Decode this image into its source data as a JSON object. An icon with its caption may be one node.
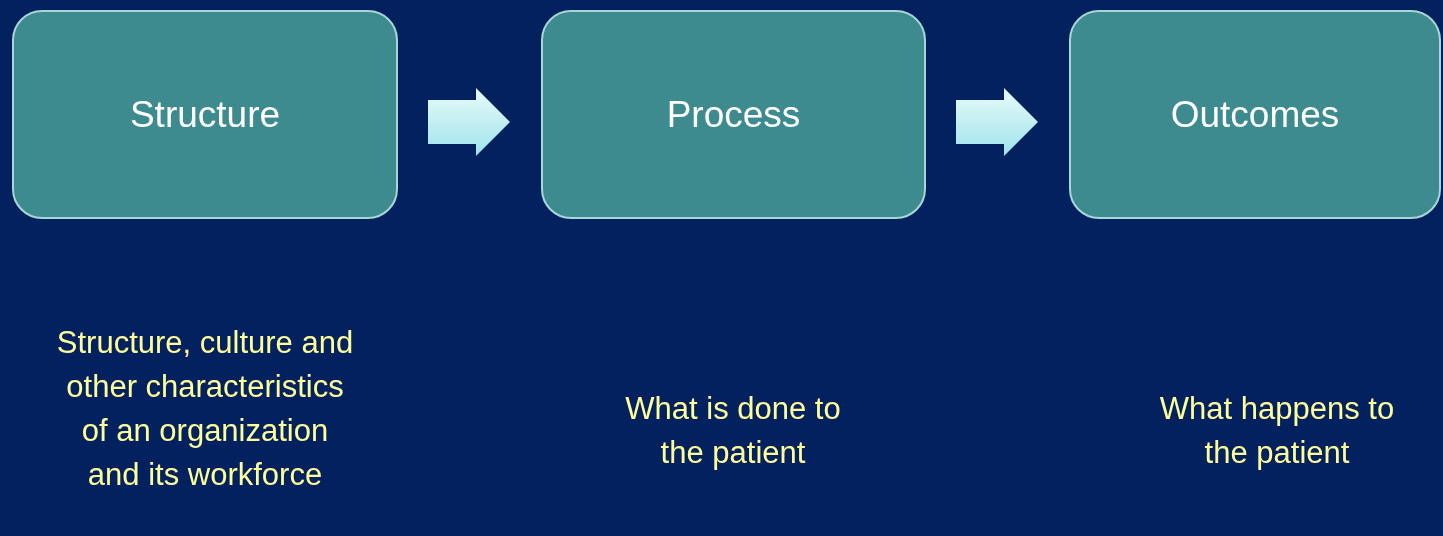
{
  "diagram": {
    "nodes": [
      {
        "text": [
          "Structure"
        ]
      },
      {
        "text": [
          "Process"
        ]
      },
      {
        "text": [
          "Outcomes"
        ]
      }
    ],
    "edges": [
      {
        "from": 0,
        "to": 1,
        "arrow": "to"
      },
      {
        "from": 1,
        "to": 2,
        "arrow": "to"
      }
    ],
    "labels": [
      "Structure, culture and other characteristics of an organization and its workforce",
      "What is done to the patient",
      "What happens to the patient"
    ]
  }
}
